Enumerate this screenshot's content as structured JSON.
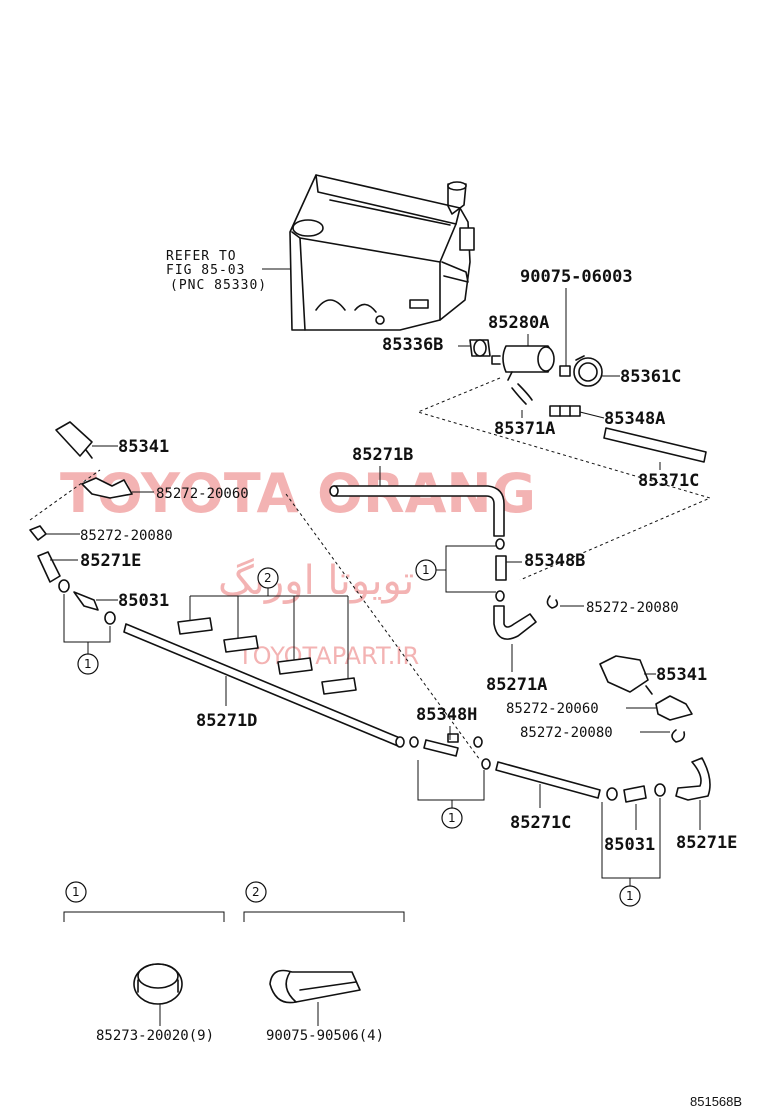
{
  "reference": {
    "line1": "REFER TO",
    "line2": "FIG 85-03",
    "line3": "(PNC 85330)"
  },
  "parts": {
    "p90075_06003": "90075-06003",
    "p85280A": "85280A",
    "p85336B": "85336B",
    "p85361C": "85361C",
    "p85371A": "85371A",
    "p85348A": "85348A",
    "p85341_left": "85341",
    "p85271B": "85271B",
    "p85371C": "85371C",
    "p85272_20060_left": "85272-20060",
    "p85272_20080_left": "85272-20080",
    "p85271E_left": "85271E",
    "p85348B": "85348B",
    "p85031_left": "85031",
    "p85272_20080_mid": "85272-20080",
    "p85271A": "85271A",
    "p85341_right": "85341",
    "p85271D": "85271D",
    "p85272_20060_right": "85272-20060",
    "p85348H": "85348H",
    "p85272_20080_right": "85272-20080",
    "p85271C": "85271C",
    "p85031_right": "85031",
    "p85271E_right": "85271E"
  },
  "callouts": {
    "one": "1",
    "two": "2"
  },
  "legend": {
    "item1_num": "1",
    "item2_num": "2",
    "item1_part": "85273-20020(9)",
    "item2_part": "90075-90506(4)"
  },
  "watermark": {
    "brand": "TOYOTA ORANG",
    "persian": "تویوتا اورنگ",
    "url": "TOYOTAPART.IR"
  },
  "diagram_code": "851568B"
}
